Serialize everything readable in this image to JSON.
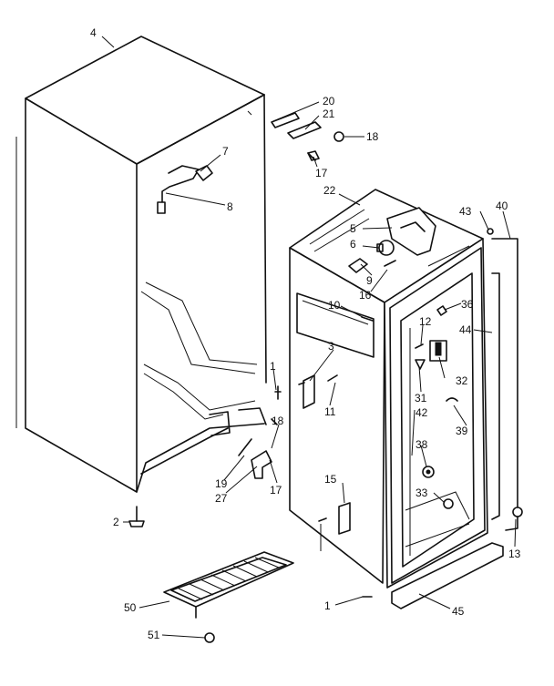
{
  "callouts": {
    "c1a": "1",
    "c1b": "1",
    "c2": "2",
    "c3": "3",
    "c4": "4",
    "c5": "5",
    "c6": "6",
    "c7": "7",
    "c8": "8",
    "c9": "9",
    "c10": "10",
    "c11": "11",
    "c12": "12",
    "c13": "13",
    "c15": "15",
    "c16": "16",
    "c17a": "17",
    "c17b": "17",
    "c18a": "18",
    "c18b": "18",
    "c19": "19",
    "c20": "20",
    "c21": "21",
    "c22": "22",
    "c27": "27",
    "c31": "31",
    "c32": "32",
    "c33": "33",
    "c36": "36",
    "c38": "38",
    "c39": "39",
    "c40": "40",
    "c42": "42",
    "c43": "43",
    "c44": "44",
    "c45": "45",
    "c50": "50",
    "c51": "51"
  }
}
